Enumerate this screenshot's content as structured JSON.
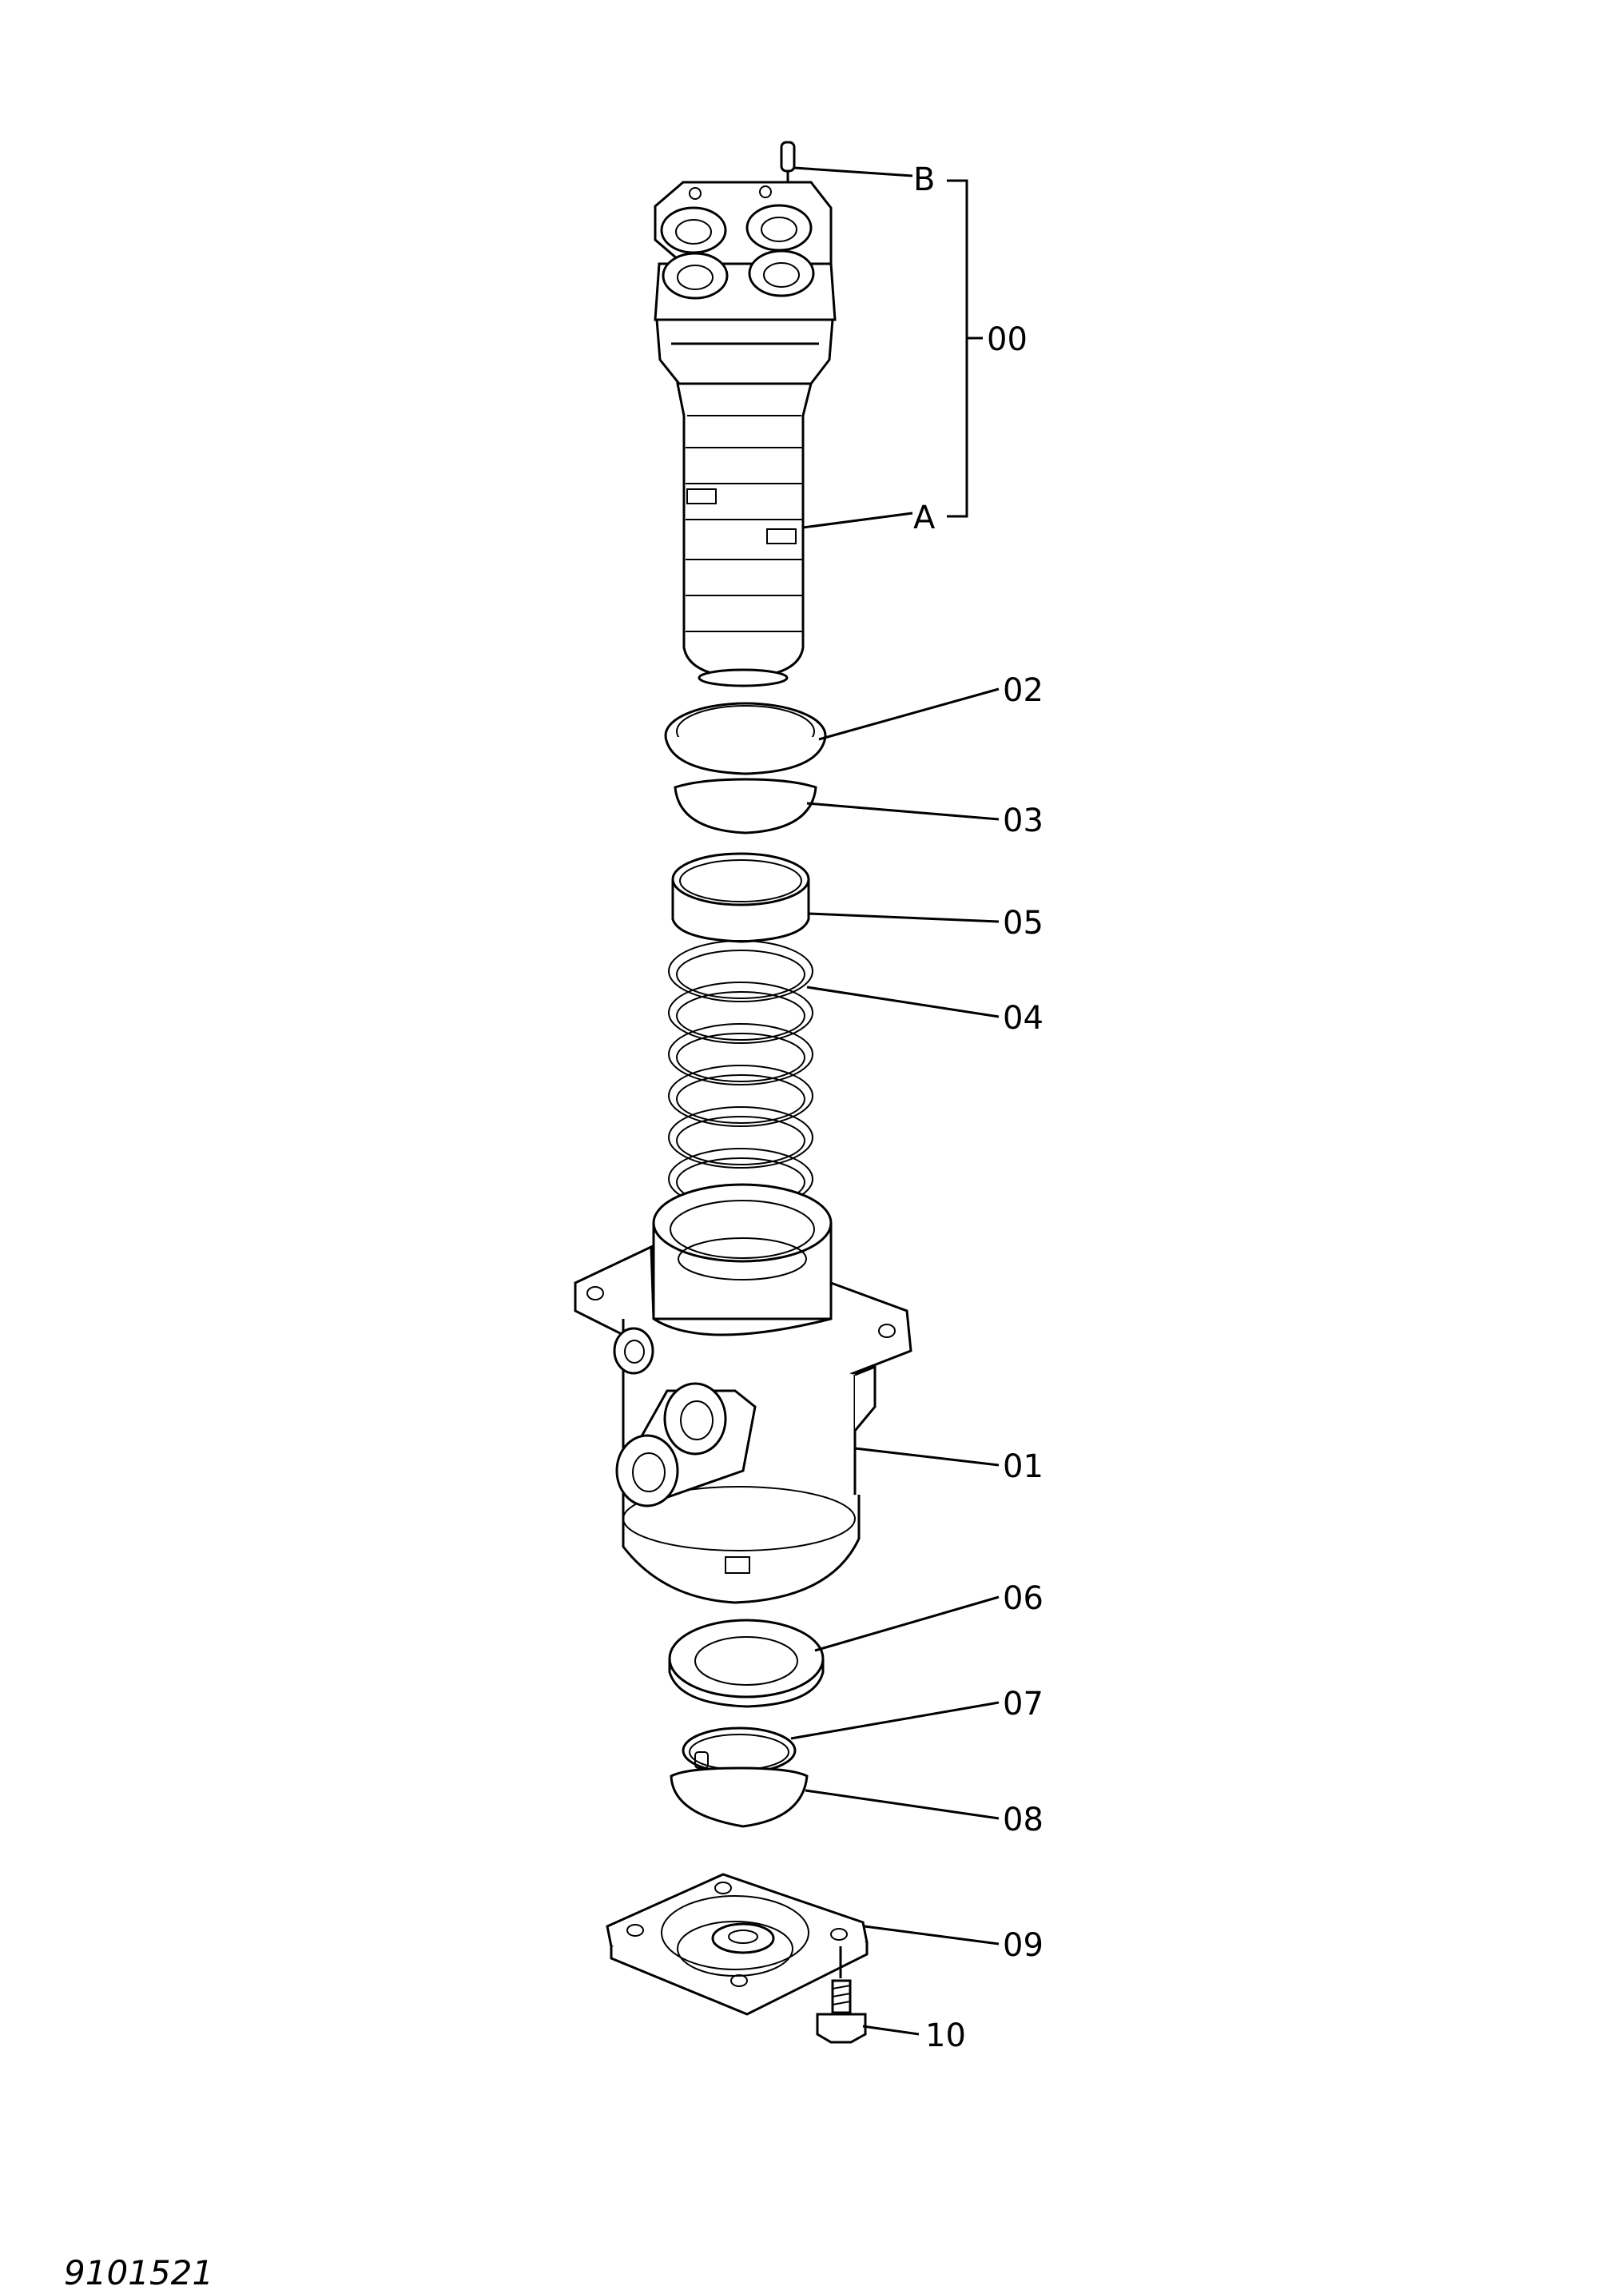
{
  "drawing_number": "9101521",
  "assembly_bracket_label": "00",
  "callouts": [
    {
      "id": "B",
      "text": "B"
    },
    {
      "id": "A",
      "text": "A"
    },
    {
      "id": "02",
      "text": "02"
    },
    {
      "id": "03",
      "text": "03"
    },
    {
      "id": "05",
      "text": "05"
    },
    {
      "id": "04",
      "text": "04"
    },
    {
      "id": "01",
      "text": "01"
    },
    {
      "id": "06",
      "text": "06"
    },
    {
      "id": "07",
      "text": "07"
    },
    {
      "id": "08",
      "text": "08"
    },
    {
      "id": "09",
      "text": "09"
    },
    {
      "id": "10",
      "text": "10"
    }
  ]
}
